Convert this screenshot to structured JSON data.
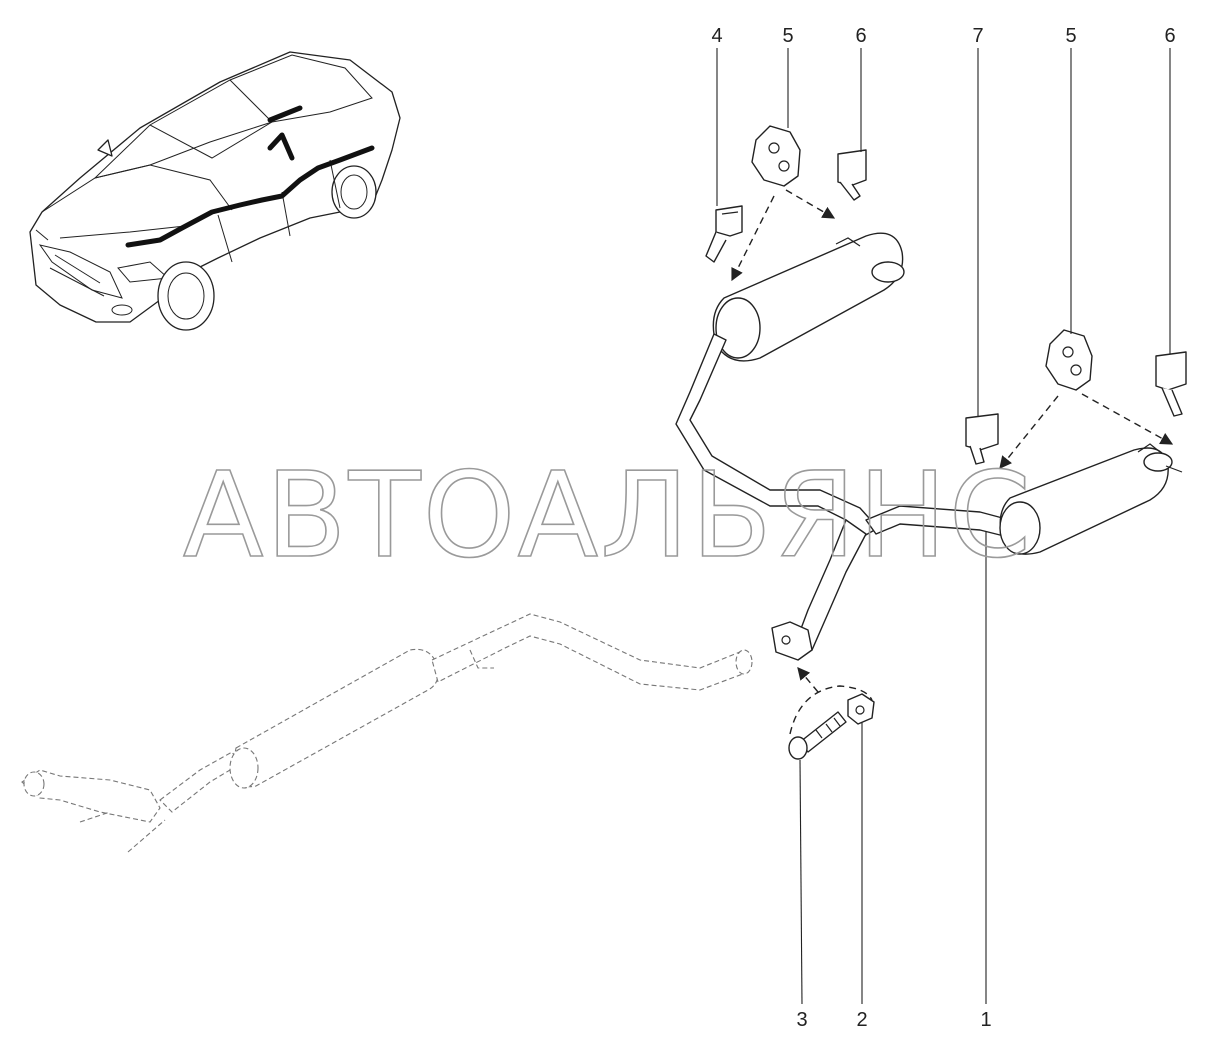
{
  "watermark": "АВТОАЛЬЯНС",
  "callouts": {
    "c1": "1",
    "c2": "2",
    "c3": "3",
    "c4": "4",
    "c5a": "5",
    "c5b": "5",
    "c6a": "6",
    "c6b": "6",
    "c7": "7"
  }
}
